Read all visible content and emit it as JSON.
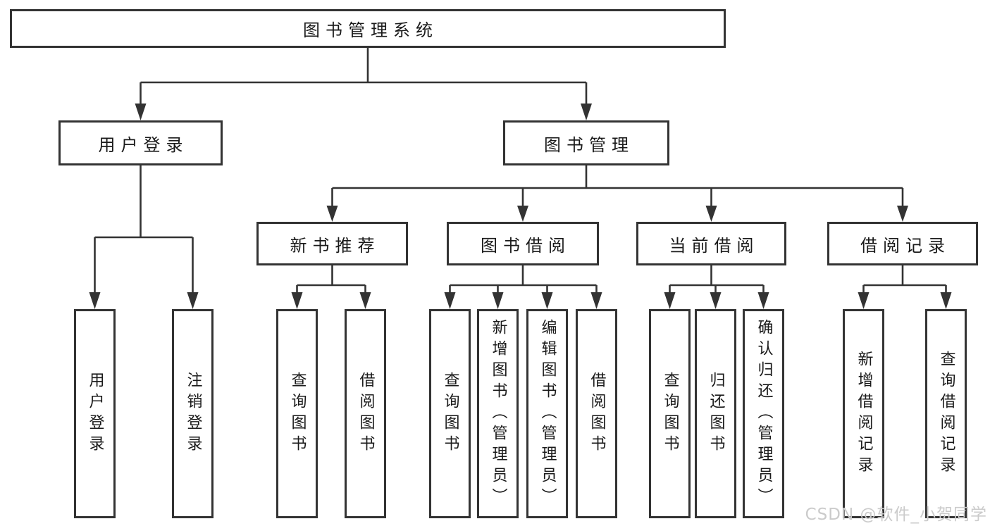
{
  "colors": {
    "line": "#333333",
    "box_background": "#ffffff",
    "text": "#1a1a1a",
    "watermark": "#cbcbcb"
  },
  "watermark": "CSDN @软件_小贺同学",
  "diagram": {
    "title": "图书管理系统",
    "user_branch": {
      "label": "用户登录",
      "children": [
        "用户登录",
        "注销登录"
      ]
    },
    "book_branch": {
      "label": "图书管理",
      "groups": [
        {
          "label": "新书推荐",
          "children": [
            "查询图书",
            "借阅图书"
          ]
        },
        {
          "label": "图书借阅",
          "children": [
            "查询图书",
            "新增图书（管理员）",
            "编辑图书（管理员）",
            "借阅图书"
          ]
        },
        {
          "label": "当前借阅",
          "children": [
            "查询图书",
            "归还图书",
            "确认归还（管理员）"
          ]
        },
        {
          "label": "借阅记录",
          "children": [
            "新增借阅记录",
            "查询借阅记录"
          ]
        }
      ]
    }
  }
}
